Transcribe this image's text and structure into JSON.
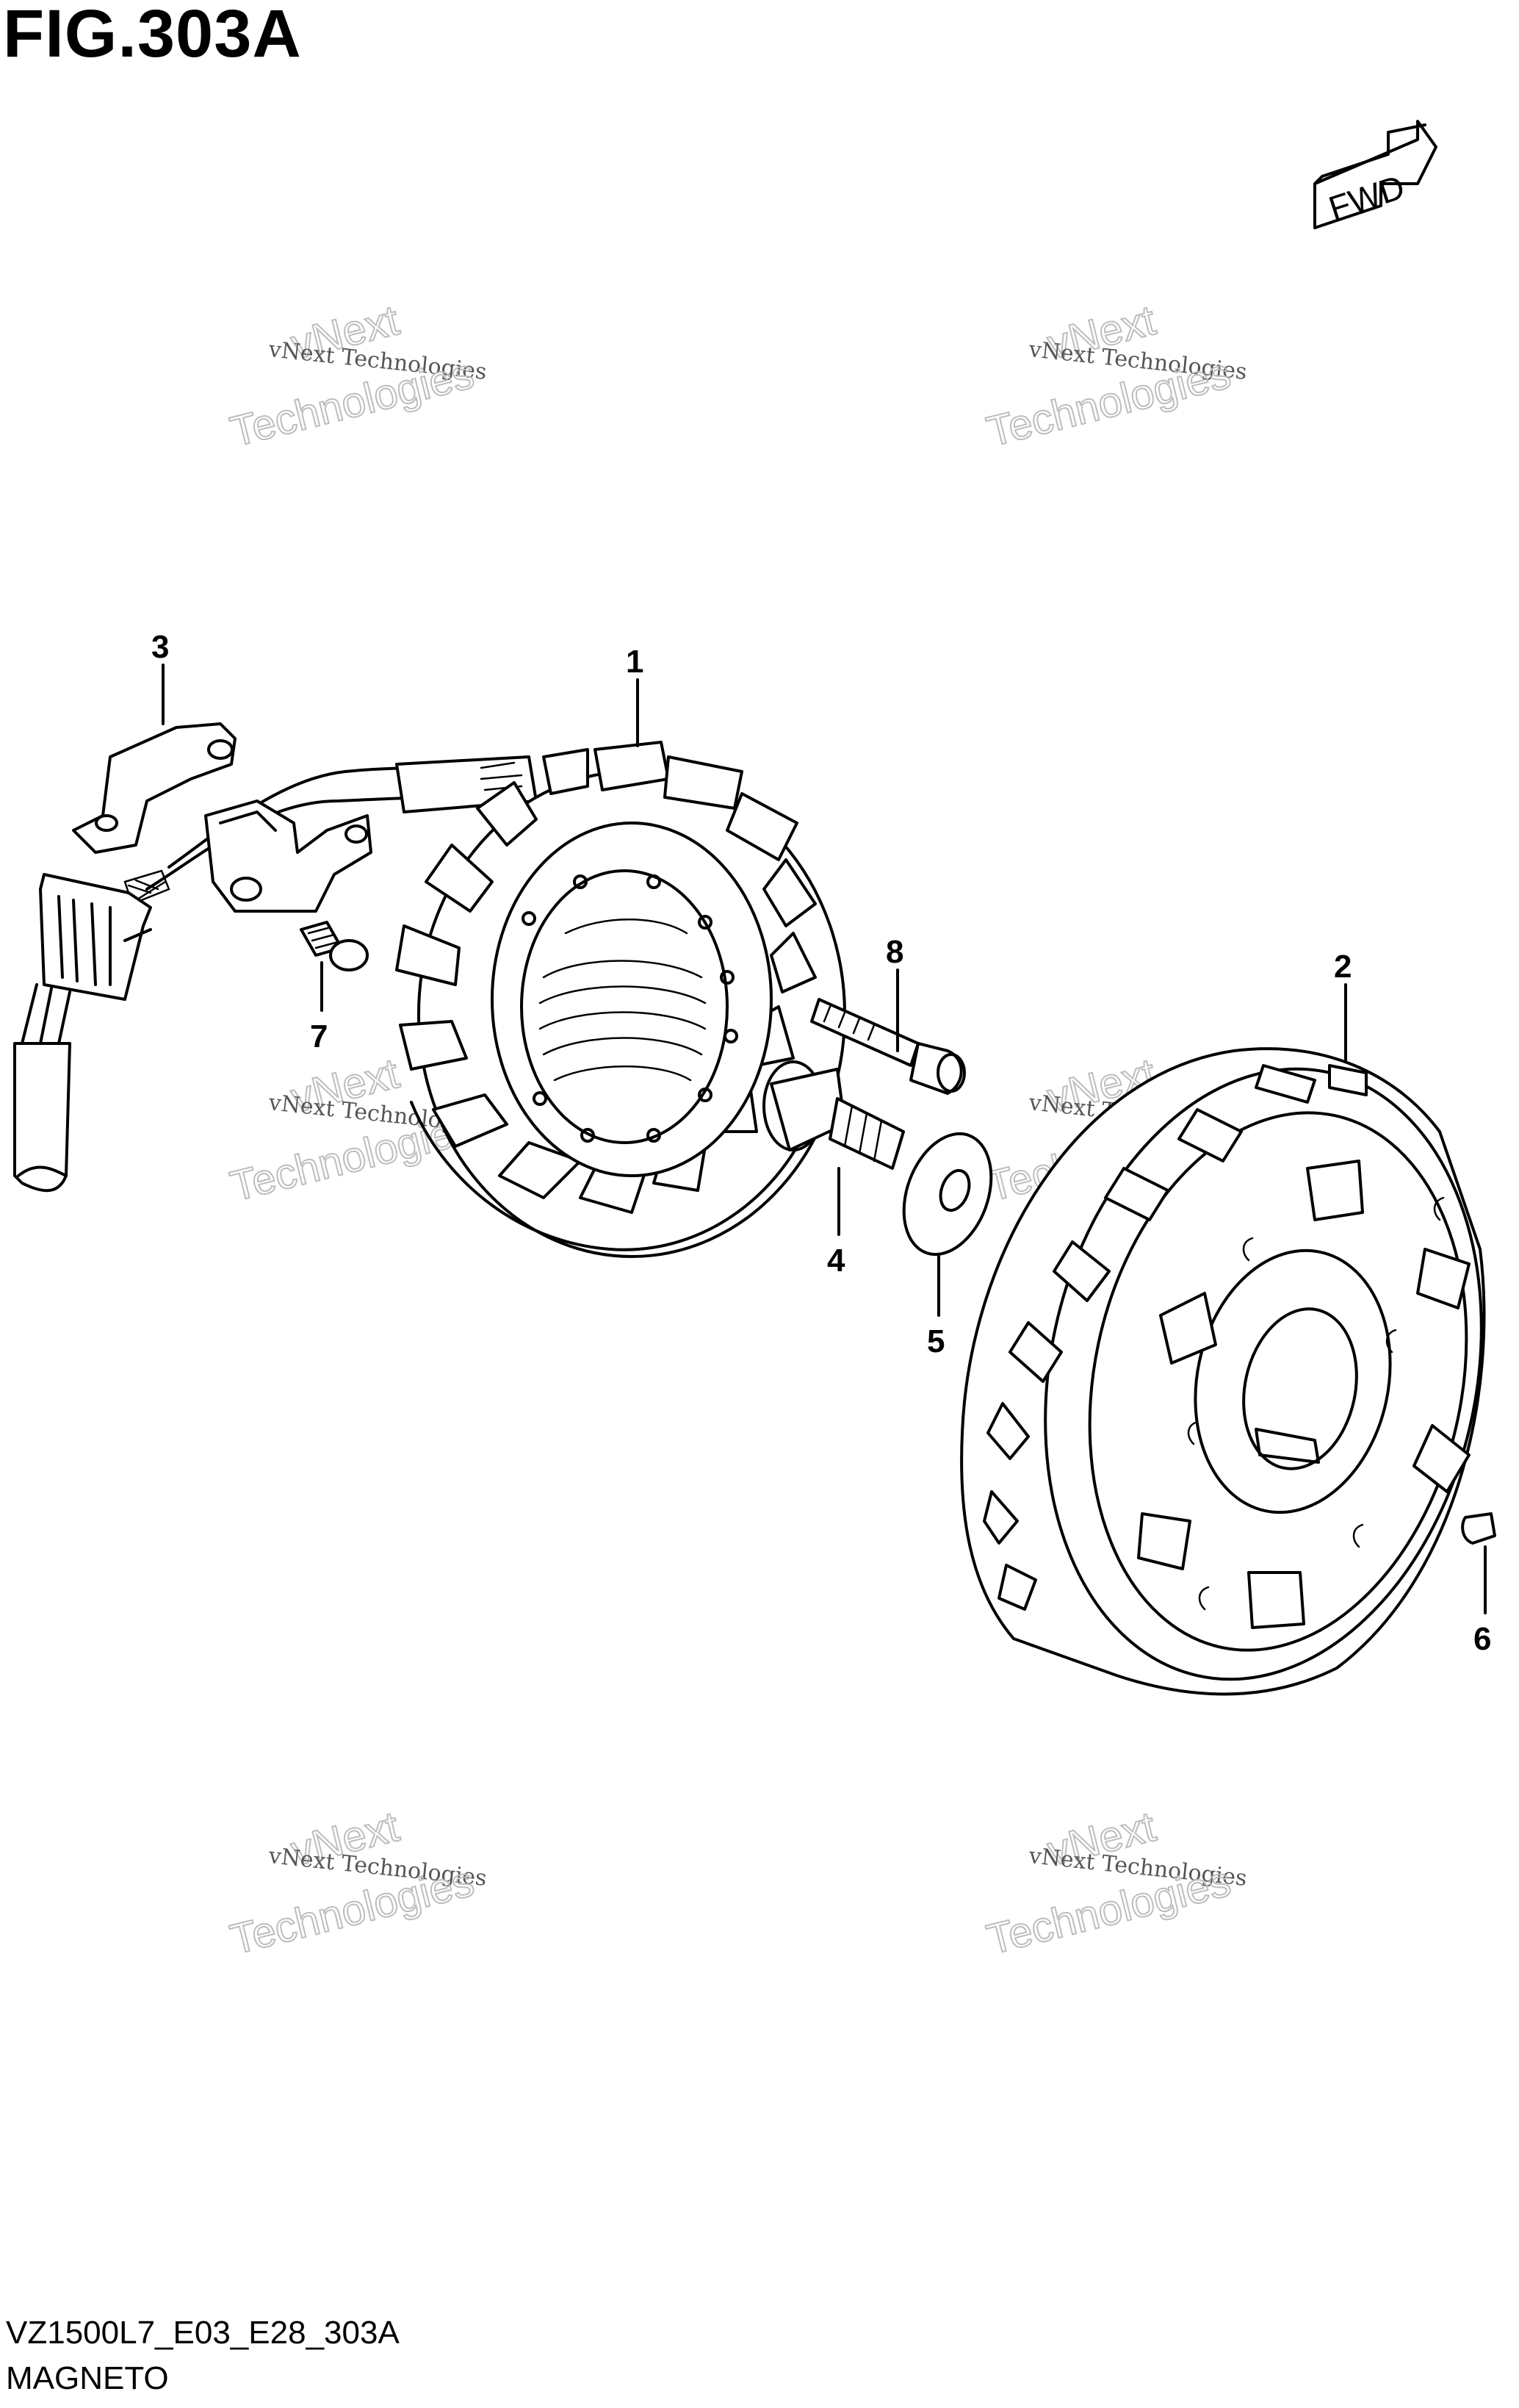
{
  "figure": {
    "title": "FIG.303A",
    "code": "VZ1500L7_E03_E28_303A",
    "name": "MAGNETO"
  },
  "direction_badge": "FWD",
  "callouts": [
    "1",
    "2",
    "3",
    "4",
    "5",
    "6",
    "7",
    "8"
  ],
  "watermark": {
    "line1": "vNext Technologies",
    "line2": "vNext",
    "line3": "Technologies"
  },
  "colors": {
    "ink": "#000000",
    "watermark": "#bdbdbd",
    "background": "#ffffff"
  }
}
